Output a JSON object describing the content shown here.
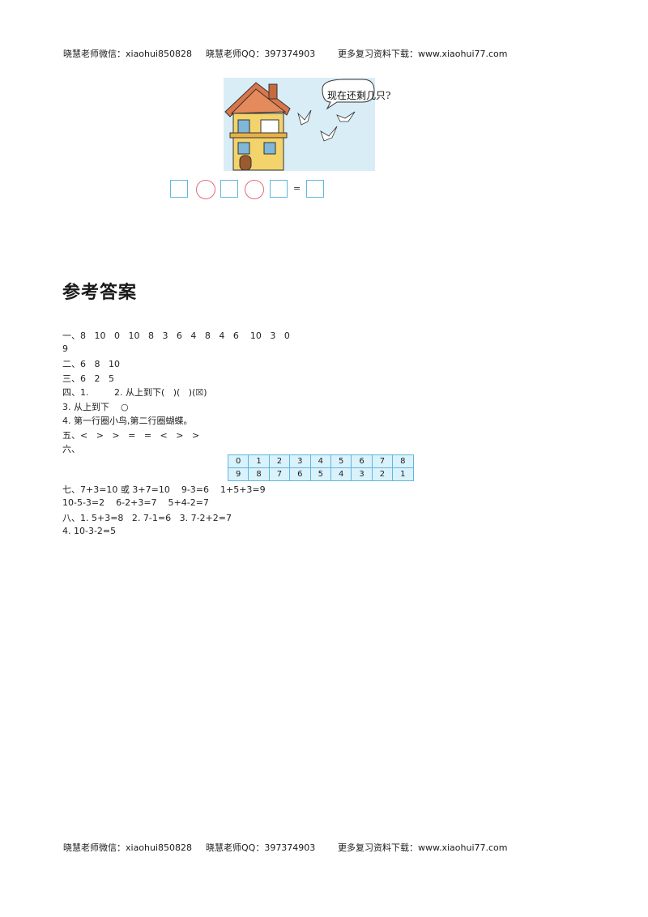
{
  "header": {
    "wechat": "晓慧老师微信：xiaohui850828",
    "qq": "晓慧老师QQ：397374903",
    "download": "更多复习资料下载：www.xiaohui77.com"
  },
  "footer": {
    "wechat": "晓慧老师微信：xiaohui850828",
    "qq": "晓慧老师QQ：397374903",
    "download": "更多复习资料下载：www.xiaohui77.com"
  },
  "illustration": {
    "bubble_text": "现在还剩几只?"
  },
  "equation": {
    "equals": "="
  },
  "answers": {
    "title": "参考答案",
    "lines": [
      "一、8   10   0   10   8   3   6   4   8   4   6    10   3   0",
      "9",
      "二、6   8   10",
      "三、6   2   5",
      "四、1.         2. 从上到下(   )(   )(☒)",
      "3. 从上到下    ○",
      "4. 第一行圈小鸟,第二行圈蝴蝶。",
      "五、<   >   >   =   =   <   >   >",
      "六、",
      "七、7+3=10 或 3+7=10    9-3=6    1+5+3=9",
      "10-5-3=2    6-2+3=7    5+4-2=7",
      "八、1. 5+3=8   2. 7-1=6   3. 7-2+2=7",
      "4. 10-3-2=5"
    ],
    "table": {
      "top_row": [
        "0",
        "1",
        "2",
        "3",
        "4",
        "5",
        "6",
        "7",
        "8"
      ],
      "bottom_row": [
        "9",
        "8",
        "7",
        "6",
        "5",
        "4",
        "3",
        "2",
        "1"
      ]
    }
  },
  "colors": {
    "box_border": "#5fb6e0",
    "circle_border": "#e06a7a",
    "illustration_bg": "#d9edf7",
    "table_bg": "#d9f2fb"
  }
}
